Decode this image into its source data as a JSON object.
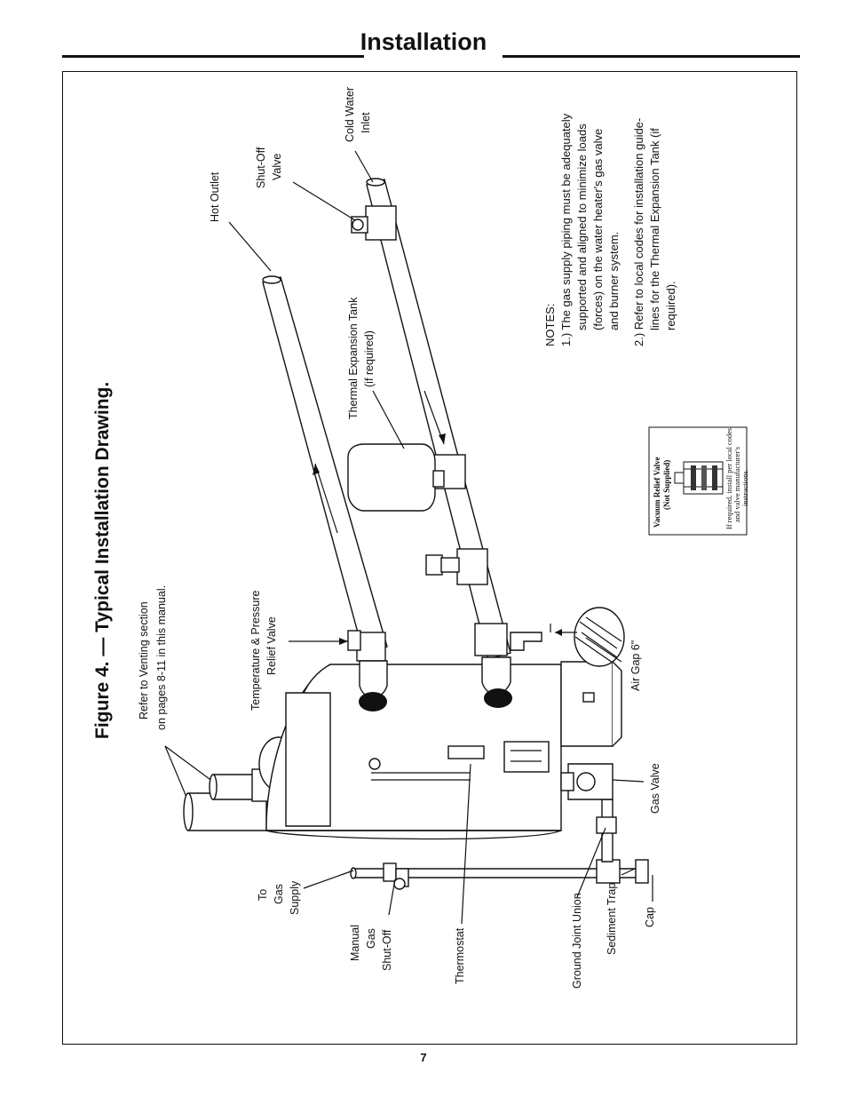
{
  "header": {
    "title": "Installation"
  },
  "figure": {
    "caption": "Figure 4. — Typical Installation Drawing.",
    "labels": {
      "venting_line1": "Refer to Venting section",
      "venting_line2": "on pages  8-11 in this manual.",
      "tp_line1": "Temperature & Pressure",
      "tp_line2": "Relief Valve",
      "hot_outlet": "Hot Outlet",
      "shutoff_line1": "Shut-Off",
      "shutoff_line2": "Valve",
      "cold_line1": "Cold Water",
      "cold_line2": "Inlet",
      "expansion_line1": "Thermal Expansion Tank",
      "expansion_line2": "(if required)",
      "air_gap": "Air Gap 6\"",
      "gas_valve": "Gas Valve",
      "to_gas_1": "To",
      "to_gas_2": "Gas",
      "to_gas_3": "Supply",
      "manual_1": "Manual",
      "manual_2": "Gas",
      "manual_3": "Shut-Off",
      "thermostat": "Thermostat",
      "ground_joint": "Ground Joint Union",
      "sediment": "Sediment Trap",
      "cap": "Cap"
    },
    "notes": {
      "heading": "NOTES:",
      "n1_l1": "1.) The gas supply piping must be adequately",
      "n1_l2": "supported and aligned to minimize loads",
      "n1_l3": "(forces) on the water heater's gas valve",
      "n1_l4": "and burner system.",
      "n2_l1": "2.) Refer to local codes for installation guide-",
      "n2_l2": "lines for the Thermal Expansion Tank (if",
      "n2_l3": "required)."
    },
    "vacuum_box": {
      "title_l1": "Vacuum Relief Valve",
      "title_l2": "(Not Supplied)",
      "text_l1": "If required, install per local codes",
      "text_l2": "and valve manufacturer's",
      "text_l3": "instructions."
    }
  },
  "footer": {
    "page_number": "7"
  }
}
